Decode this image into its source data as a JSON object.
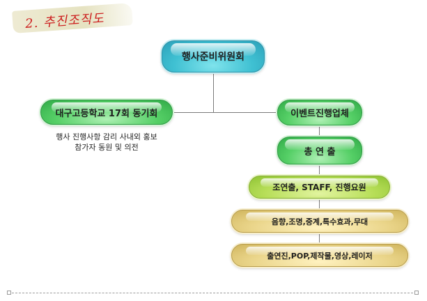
{
  "title": "2. 추진조직도",
  "nodes": {
    "committee": "행사준비위원회",
    "school": "대구고등학교 17회 동기회",
    "agency": "이벤트진행업체",
    "director": "총 연 출",
    "staff": "조연출, STAFF, 진행요원",
    "av": "음향,조명,중계,특수효과,무대",
    "production": "출연진,POP,제작물,영상,레이저"
  },
  "school_notes": [
    "행사 진행사항 감리 사내외 홍보",
    "참가자 동원 및 의전"
  ],
  "colors": {
    "title": "#cc1d1d",
    "committee": "#3fc0d2",
    "school": "#55cf66",
    "agency": "#55cf66",
    "director": "#55cf66",
    "staff": "#b7de58",
    "av": "#ead58a",
    "production": "#ead58a"
  }
}
